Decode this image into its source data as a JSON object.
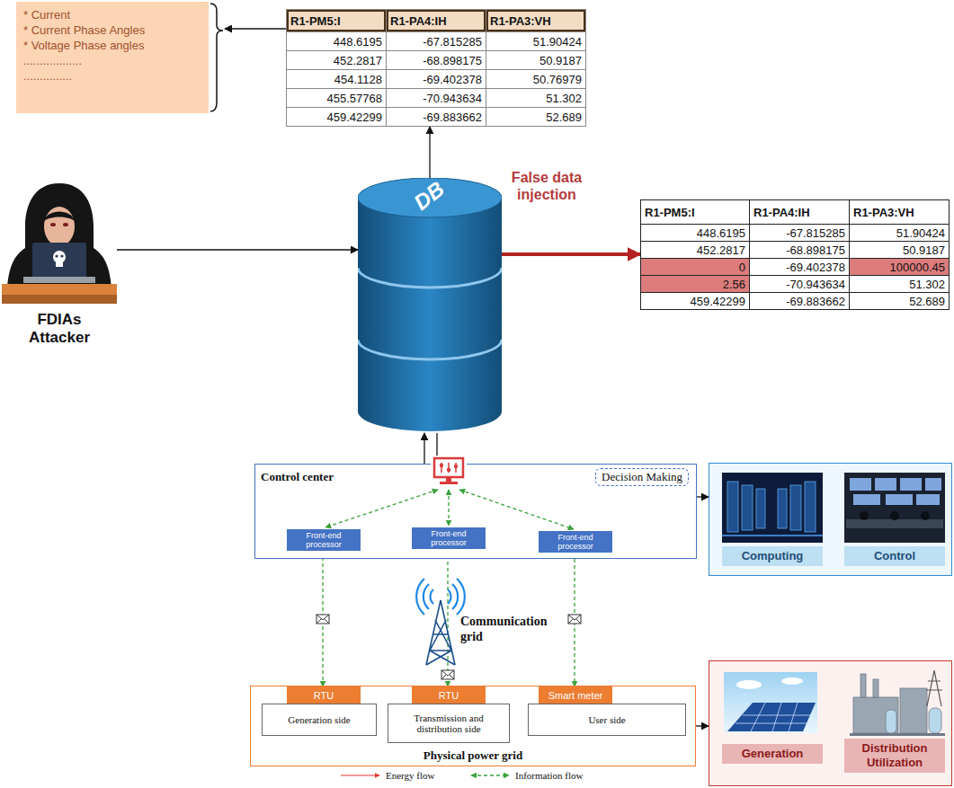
{
  "diagram": {
    "nodes": [
      {
        "text": [
          "* Current",
          "* Current Phase Angles",
          "* Voltage Phase angles",
          "..................",
          "..............."
        ]
      },
      {
        "text": [
          "R1-PM5:I",
          "R1-PA4:IH",
          "R1-PA3:VH",
          "448.6195",
          "-67.815285",
          "51.90424",
          "452.2817",
          "-68.898175",
          "50.9187",
          "454.1128",
          "-69.402378",
          "50.76979",
          "455.57768",
          "-70.943634",
          "51.302",
          "459.42299",
          "-69.883662",
          "52.689"
        ]
      },
      {
        "text": [
          "DB"
        ]
      },
      {
        "text": [
          "R1-PM5:I",
          "R1-PA4:IH",
          "R1-PA3:VH",
          "448.6195",
          "-67.815285",
          "51.90424",
          "452.2817",
          "-68.898175",
          "50.9187",
          "0",
          "-69.402378",
          "100000.45",
          "2.56",
          "-70.943634",
          "51.302",
          "459.42299",
          "-69.883662",
          "52.689"
        ]
      },
      {
        "text": [
          "FDIAs Attacker"
        ]
      },
      {
        "text": [
          "Control center",
          "Decision Making"
        ]
      },
      {
        "text": [
          "Front-end processor"
        ],
        "in": 5
      },
      {
        "text": [
          "Front-end processor"
        ],
        "in": 5
      },
      {
        "text": [
          "Front-end processor"
        ],
        "in": 5
      },
      {
        "text": [
          "Physical power grid"
        ]
      },
      {
        "text": [
          "RTU"
        ],
        "in": 9
      },
      {
        "text": [
          "Generation side"
        ],
        "in": 9
      },
      {
        "text": [
          "RTU"
        ],
        "in": 9
      },
      {
        "text": [
          "Transmission and distribution side"
        ],
        "in": 9
      },
      {
        "text": [
          "Smart meter"
        ],
        "in": 9
      },
      {
        "text": [
          "User side"
        ],
        "in": 9
      },
      {
        "text": [
          "Computing",
          "Control"
        ]
      },
      {
        "text": [
          "Generation",
          "Distribution Utilization"
        ]
      }
    ],
    "edges": [
      {
        "from": 2,
        "to": 1,
        "arrow": "to"
      },
      {
        "from": 1,
        "to": 0,
        "arrow": "to"
      },
      {
        "from": 2,
        "to": 3,
        "label": "False data injection",
        "arrow": "to"
      },
      {
        "from": 4,
        "to": 2,
        "arrow": "to"
      },
      {
        "from": 2,
        "to": 5,
        "arrow": "to"
      },
      {
        "from": 5,
        "to": 2,
        "arrow": "to"
      },
      {
        "from": 6,
        "to": 10,
        "arrow": "both"
      },
      {
        "from": 7,
        "to": 12,
        "arrow": "both"
      },
      {
        "from": 8,
        "to": 14,
        "arrow": "both"
      },
      {
        "from": 11,
        "to": 13,
        "arrow": "to"
      },
      {
        "from": 13,
        "to": 15,
        "arrow": "to"
      },
      {
        "from": 5,
        "to": 16,
        "arrow": "to"
      },
      {
        "from": 9,
        "to": 17,
        "arrow": "to"
      }
    ],
    "labels": [
      "Communication grid"
    ],
    "legend": [
      {
        "text": "Energy flow"
      },
      {
        "text": "Information flow"
      }
    ]
  }
}
